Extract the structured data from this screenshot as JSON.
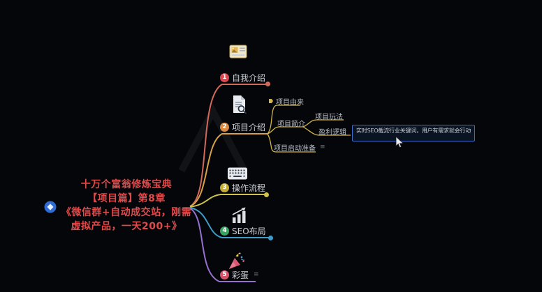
{
  "canvas": {
    "background": "#04060a"
  },
  "central": {
    "icon": "blue-gem-icon",
    "color": "#e24a4a",
    "lines": [
      "十万个富翁修炼宝典",
      "【项目篇】第8章",
      "《微信群+自动成交站，刚需",
      "虚拟产品，一天200+》"
    ]
  },
  "nodes": [
    {
      "label": "自我介绍",
      "num": "1",
      "num_color": "#d9484e",
      "line_color": "#d4695a",
      "icon": "id-card-icon"
    },
    {
      "label": "项目介绍",
      "num": "2",
      "num_color": "#dd8a3e",
      "line_color": "#d9a144",
      "icon": "document-search-icon"
    },
    {
      "label": "操作流程",
      "num": "3",
      "num_color": "#c4ae38",
      "line_color": "#cdc24c",
      "icon": "keyboard-icon"
    },
    {
      "label": "SEO布局",
      "num": "4",
      "num_color": "#38a562",
      "line_color": "#3e9cc6",
      "icon": "bar-chart-icon"
    },
    {
      "label": "彩蛋",
      "num": "5",
      "num_color": "#d9536b",
      "line_color": "#9770cf",
      "icon": "party-popper-icon"
    }
  ],
  "children": {
    "line_color": "#d2b649",
    "origin": "项目由来",
    "intro": "项目简介",
    "play": "项目玩法",
    "profit": "盈利逻辑",
    "prep": "项目启动准备"
  },
  "note": {
    "text": "实时SEO截流行业关键词，用户有需求就会行动",
    "border_color": "#3e6cc4"
  },
  "markers": {
    "summary": "≡"
  }
}
